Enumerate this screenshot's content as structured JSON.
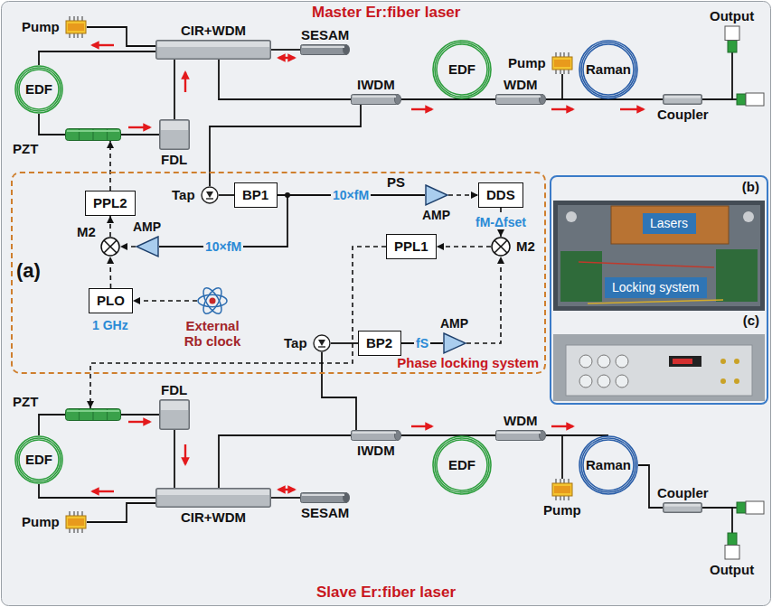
{
  "diagram": {
    "nodes": [
      {
        "text": [
          "Pump"
        ]
      },
      {
        "text": [
          "CIR+WDM"
        ]
      },
      {
        "text": [
          "SESAM"
        ]
      },
      {
        "text": [
          "EDF"
        ]
      },
      {
        "text": [
          "PZT"
        ]
      },
      {
        "text": [
          "FDL"
        ]
      },
      {
        "text": [
          "IWDM"
        ]
      },
      {
        "text": [
          "EDF"
        ]
      },
      {
        "text": [
          "Pump"
        ]
      },
      {
        "text": [
          "WDM"
        ]
      },
      {
        "text": [
          "Raman"
        ]
      },
      {
        "text": [
          "Coupler"
        ]
      },
      {
        "text": [
          "Output"
        ]
      },
      {
        "text": [
          "PS",
          "Phase locking system"
        ]
      },
      {
        "text": [
          "Tap"
        ],
        "in": 13
      },
      {
        "text": [
          "BP1"
        ],
        "in": 13
      },
      {
        "text": [
          "AMP"
        ],
        "in": 13
      },
      {
        "text": [
          "DDS"
        ],
        "in": 13
      },
      {
        "text": [
          "M2"
        ],
        "in": 13
      },
      {
        "text": [
          "PPL1"
        ],
        "in": 13
      },
      {
        "text": [
          "PPL2"
        ],
        "in": 13
      },
      {
        "text": [
          "M2"
        ],
        "in": 13
      },
      {
        "text": [
          "AMP"
        ],
        "in": 13
      },
      {
        "text": [
          "PLO"
        ],
        "in": 13
      },
      {
        "text": [
          "External Rb clock"
        ],
        "in": 13
      },
      {
        "text": [
          "Tap"
        ],
        "in": 13
      },
      {
        "text": [
          "BP2"
        ],
        "in": 13
      },
      {
        "text": [
          "AMP"
        ],
        "in": 13
      },
      {
        "text": [
          "PZT"
        ]
      },
      {
        "text": [
          "FDL"
        ]
      },
      {
        "text": [
          "EDF"
        ]
      },
      {
        "text": [
          "CIR+WDM"
        ]
      },
      {
        "text": [
          "SESAM"
        ]
      },
      {
        "text": [
          "Pump"
        ]
      },
      {
        "text": [
          "IWDM"
        ]
      },
      {
        "text": [
          "EDF"
        ]
      },
      {
        "text": [
          "WDM"
        ]
      },
      {
        "text": [
          "Pump"
        ]
      },
      {
        "text": [
          "Raman"
        ]
      },
      {
        "text": [
          "Coupler"
        ]
      },
      {
        "text": [
          "Output"
        ]
      },
      {
        "text": [
          "(b)",
          "(c)"
        ]
      },
      {
        "text": [
          "Lasers"
        ],
        "in": 41
      },
      {
        "text": [
          "Locking system"
        ],
        "in": 41
      }
    ],
    "edges": [
      {
        "from": 0,
        "to": 1,
        "arrow": "none"
      },
      {
        "from": 1,
        "to": 2,
        "arrow": "none"
      },
      {
        "from": 1,
        "to": 3,
        "arrow": "none"
      },
      {
        "from": 3,
        "to": 4,
        "arrow": "none"
      },
      {
        "from": 4,
        "to": 5,
        "arrow": "none"
      },
      {
        "from": 5,
        "to": 1,
        "arrow": "none"
      },
      {
        "from": 1,
        "to": 6,
        "arrow": "none"
      },
      {
        "from": 6,
        "to": 7,
        "arrow": "none"
      },
      {
        "from": 7,
        "to": 9,
        "arrow": "none"
      },
      {
        "from": 8,
        "to": 9,
        "arrow": "none"
      },
      {
        "from": 9,
        "to": 10,
        "arrow": "none"
      },
      {
        "from": 10,
        "to": 11,
        "arrow": "none"
      },
      {
        "from": 11,
        "to": 12,
        "arrow": "none"
      },
      {
        "from": 6,
        "to": 14,
        "arrow": "none"
      },
      {
        "from": 14,
        "to": 15,
        "arrow": "none"
      },
      {
        "from": 15,
        "to": 16,
        "label": "10×fM",
        "arrow": "none"
      },
      {
        "from": 15,
        "to": 22,
        "label": "10×fM",
        "arrow": "none"
      },
      {
        "from": 16,
        "to": 17,
        "arrow": "to"
      },
      {
        "from": 17,
        "to": 18,
        "label": "fM-Δfset",
        "arrow": "to"
      },
      {
        "from": 18,
        "to": 19,
        "arrow": "to"
      },
      {
        "from": 27,
        "to": 18,
        "arrow": "to"
      },
      {
        "from": 26,
        "to": 27,
        "label": "fS",
        "arrow": "none"
      },
      {
        "from": 25,
        "to": 26,
        "arrow": "none"
      },
      {
        "from": 34,
        "to": 25,
        "arrow": "none"
      },
      {
        "from": 22,
        "to": 21,
        "arrow": "to"
      },
      {
        "from": 21,
        "to": 20,
        "arrow": "to"
      },
      {
        "from": 23,
        "to": 21,
        "arrow": "to"
      },
      {
        "from": 24,
        "to": 23,
        "arrow": "to"
      },
      {
        "from": 20,
        "to": 4,
        "arrow": "to"
      },
      {
        "from": 19,
        "to": 28,
        "arrow": "to"
      },
      {
        "from": 33,
        "to": 31,
        "arrow": "none"
      },
      {
        "from": 31,
        "to": 32,
        "arrow": "none"
      },
      {
        "from": 31,
        "to": 30,
        "arrow": "none"
      },
      {
        "from": 30,
        "to": 28,
        "arrow": "none"
      },
      {
        "from": 28,
        "to": 29,
        "arrow": "none"
      },
      {
        "from": 29,
        "to": 31,
        "arrow": "none"
      },
      {
        "from": 31,
        "to": 34,
        "arrow": "none"
      },
      {
        "from": 34,
        "to": 35,
        "arrow": "none"
      },
      {
        "from": 35,
        "to": 36,
        "arrow": "none"
      },
      {
        "from": 37,
        "to": 36,
        "arrow": "none"
      },
      {
        "from": 36,
        "to": 38,
        "arrow": "none"
      },
      {
        "from": 38,
        "to": 39,
        "arrow": "none"
      },
      {
        "from": 39,
        "to": 40,
        "arrow": "none"
      }
    ],
    "labels": [
      "Master Er:fiber laser",
      "(a)",
      "1 GHz",
      "Slave Er:fiber laser"
    ]
  }
}
